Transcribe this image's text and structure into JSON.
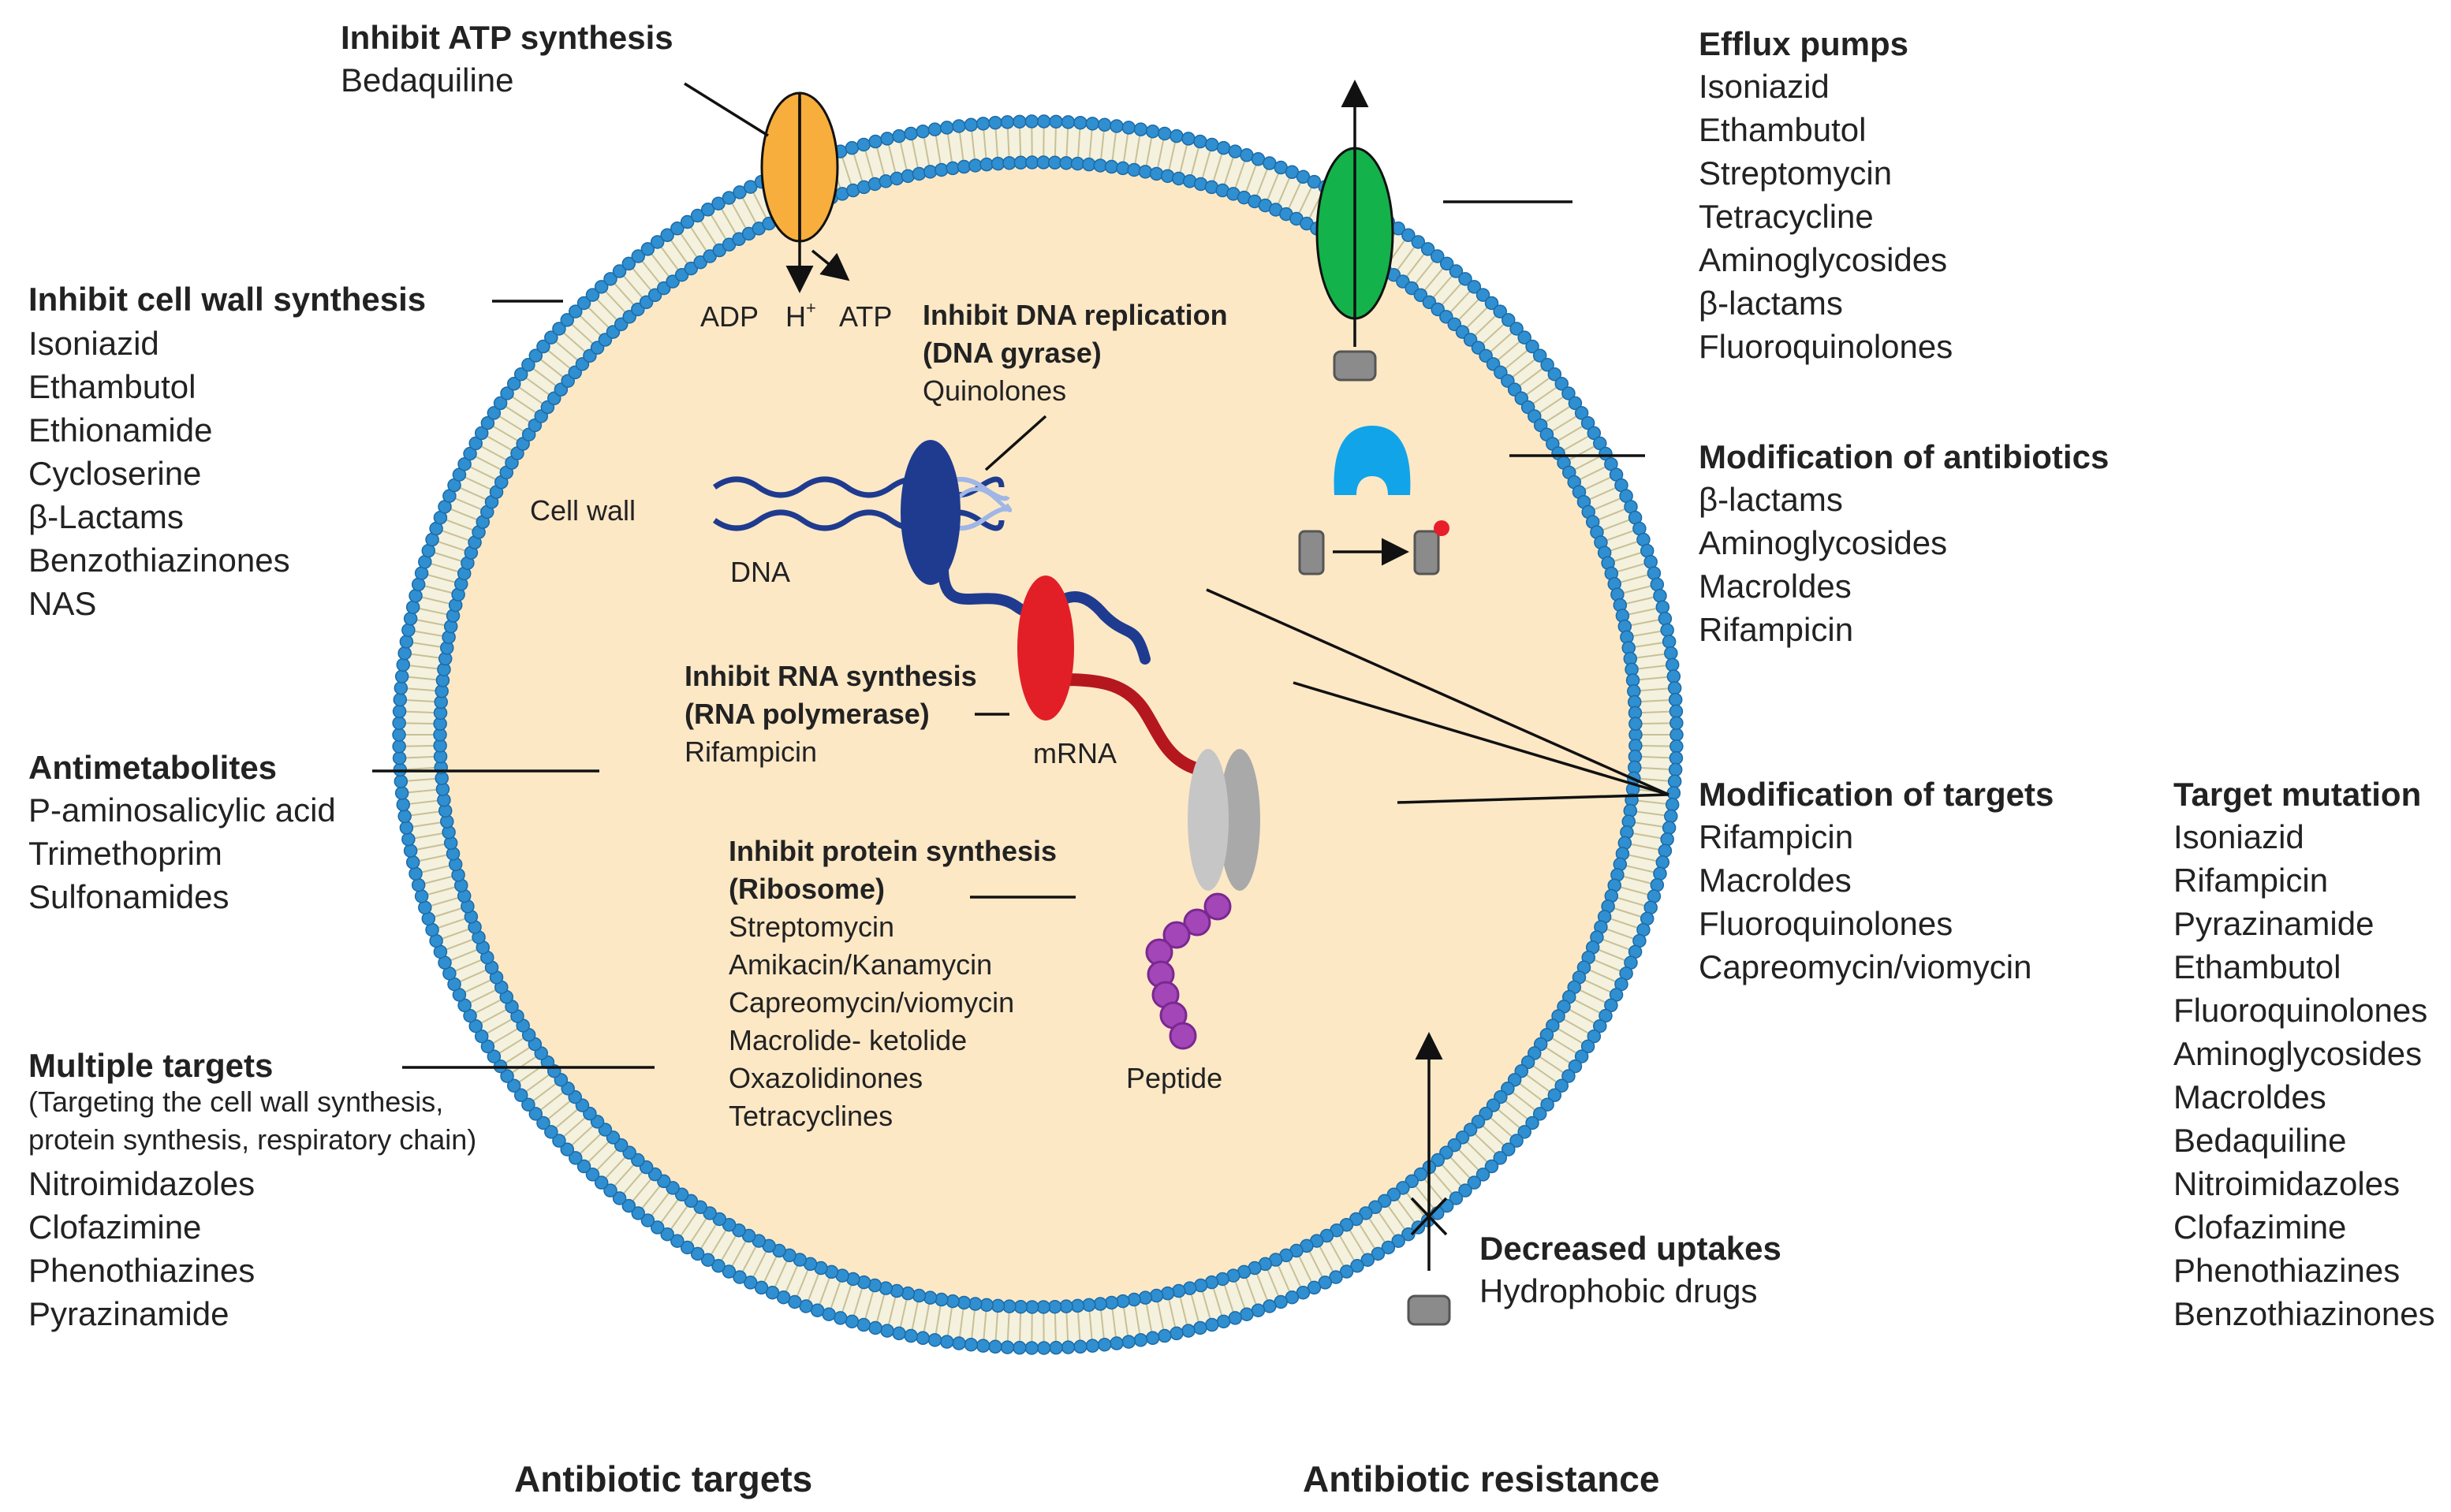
{
  "colors": {
    "cytoplasm": "#fde8c6",
    "membrane_head": "#2f8fd0",
    "membrane_tail": "#c8c096",
    "atp_synthase": "#f7ae3c",
    "efflux_pump": "#14b24a",
    "modifying_enzyme": "#12a4e8",
    "dna_polymerase_blue": "#1f3b8f",
    "rna_polymerase_red": "#e21f26",
    "ribosome_grey": "#bdbdbd",
    "peptide_purple": "#a246b8",
    "drug_grey": "#8b8b8b",
    "modification_dot": "#e81e2a"
  },
  "atp": {
    "title": "Inhibit ATP synthesis",
    "drug": "Bedaquiline",
    "adp": "ADP",
    "h": "H",
    "h_sup": "+",
    "atp_label": "ATP"
  },
  "cell_wall_synthesis": {
    "title": "Inhibit cell wall synthesis",
    "drugs": [
      "Isoniazid",
      "Ethambutol",
      "Ethionamide",
      "Cycloserine",
      "β-Lactams",
      "Benzothiazinones",
      "NAS"
    ]
  },
  "antimetabolites": {
    "title": "Antimetabolites",
    "drugs": [
      "P-aminosalicylic acid",
      "Trimethoprim",
      "Sulfonamides"
    ]
  },
  "multiple_targets": {
    "title": "Multiple targets",
    "note": [
      "(Targeting the cell wall synthesis,",
      "protein synthesis, respiratory chain)"
    ],
    "drugs": [
      "Nitroimidazoles",
      "Clofazimine",
      "Phenothiazines",
      "Pyrazinamide"
    ]
  },
  "dna_replication": {
    "title": [
      "Inhibit DNA replication",
      "(DNA gyrase)"
    ],
    "drug": "Quinolones"
  },
  "rna_synthesis": {
    "title": [
      "Inhibit RNA synthesis",
      "(RNA polymerase)"
    ],
    "drug": "Rifampicin"
  },
  "protein_synthesis": {
    "title": [
      "Inhibit protein synthesis",
      "(Ribosome)"
    ],
    "drugs": [
      "Streptomycin",
      "Amikacin/Kanamycin",
      "Capreomycin/viomycin",
      "Macrolide- ketolide",
      "Oxazolidinones",
      "Tetracyclines"
    ]
  },
  "cell_labels": {
    "cell_wall": "Cell wall",
    "dna": "DNA",
    "mrna": "mRNA",
    "peptide": "Peptide"
  },
  "efflux_pumps": {
    "title": "Efflux pumps",
    "drugs": [
      "Isoniazid",
      "Ethambutol",
      "Streptomycin",
      "Tetracycline",
      "Aminoglycosides",
      "β-lactams",
      "Fluoroquinolones"
    ]
  },
  "modification_of_antibiotics": {
    "title": "Modification of antibiotics",
    "drugs": [
      "β-lactams",
      "Aminoglycosides",
      "Macroldes",
      "Rifampicin"
    ]
  },
  "modification_of_targets": {
    "title": "Modification of targets",
    "drugs": [
      "Rifampicin",
      "Macroldes",
      "Fluoroquinolones",
      "Capreomycin/viomycin"
    ]
  },
  "target_mutation": {
    "title": "Target mutation",
    "drugs": [
      "Isoniazid",
      "Rifampicin",
      "Pyrazinamide",
      "Ethambutol",
      "Fluoroquinolones",
      "Aminoglycosides",
      "Macroldes",
      "Bedaquiline",
      "Nitroimidazoles",
      "Clofazimine",
      "Phenothiazines",
      "Benzothiazinones"
    ]
  },
  "decreased_uptakes": {
    "title": "Decreased uptakes",
    "drug": "Hydrophobic drugs"
  },
  "footer": {
    "left": "Antibiotic targets",
    "right": "Antibiotic resistance"
  }
}
